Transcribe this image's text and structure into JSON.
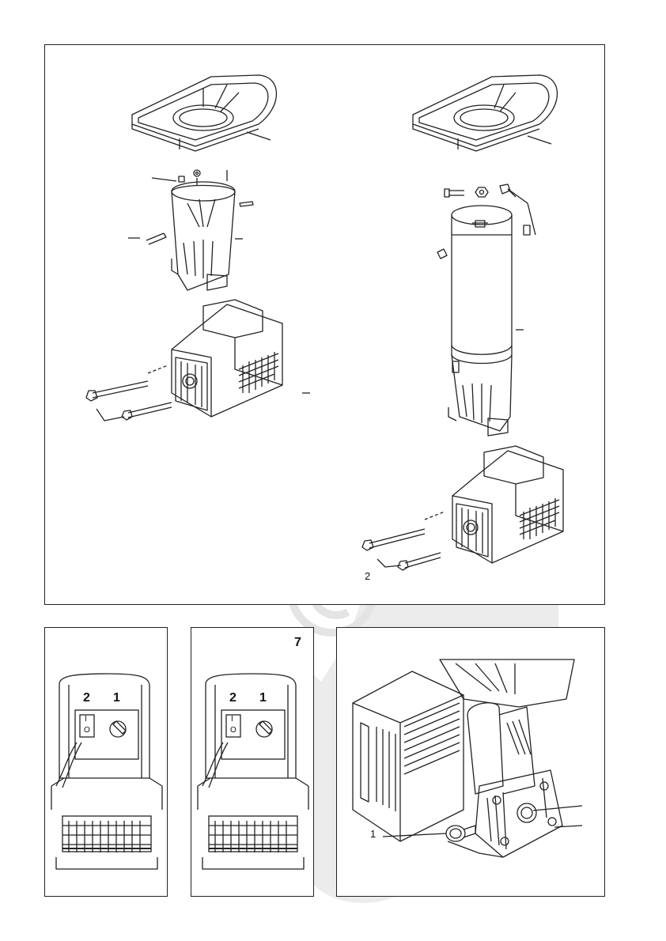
{
  "panels": {
    "top": {
      "label_2": "2"
    },
    "bottom_middle": {
      "figure_number": "7",
      "switch_2": "2",
      "switch_1": "1",
      "switch_on": "I",
      "switch_off": "O"
    },
    "bottom_left": {
      "switch_2": "2",
      "switch_1": "1",
      "switch_on": "I",
      "switch_off": "O"
    },
    "bottom_right": {
      "label_1": "1"
    }
  },
  "colors": {
    "line": "#222222",
    "watermark": "#e6e6e6"
  }
}
